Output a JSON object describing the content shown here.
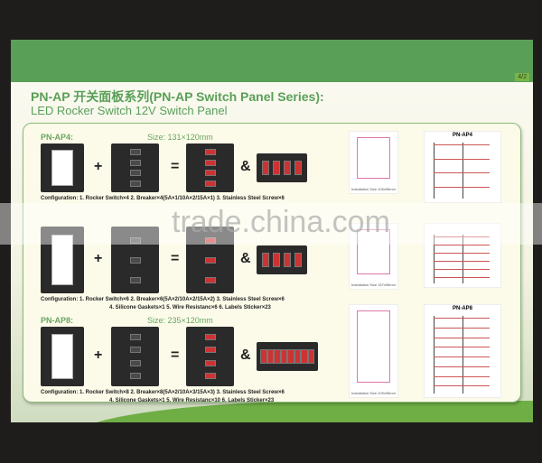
{
  "page_number": "4/2",
  "title": "PN-AP 开关面板系列(PN-AP Switch Panel Series):",
  "subtitle": "LED Rocker Switch 12V Switch Panel",
  "operators": {
    "plus": "+",
    "equals": "=",
    "and": "&"
  },
  "watermark": "trade.china.com",
  "products": [
    {
      "model": "PN-AP4:",
      "size": "Size: 131×120mm",
      "switches": 4,
      "config1": "Configuration: 1. Rocker Switch×4   2. Breaker×4(5A×1/10A×2/15A×1)   3. Stainless Steel Screw×6",
      "config2": "",
      "install": "Installation Size 105x95mm",
      "wiring_title": "PN-AP4"
    },
    {
      "model": "",
      "size": "",
      "switches": 6,
      "config1": "Configuration: 1. Rocker Switch×6   2. Breaker×6(5A×2/10A×2/15A×2)   3. Stainless Steel Screw×6",
      "config2": "4. Silicone Gaskets×1   5. Wire Resistanc×6   6. Labels Sticker×23",
      "install": "Installation Size 157x95mm",
      "wiring_title": ""
    },
    {
      "model": "PN-AP8:",
      "size": "Size: 235×120mm",
      "switches": 8,
      "config1": "Configuration: 1. Rocker Switch×8   2. Breaker×8(5A×2/10A×3/15A×3)   3. Stainless Steel Screw×6",
      "config2": "4. Silicone Gaskets×1   5. Wire Resistanc×10   6. Labels Sticker×23",
      "install": "Installation Size 209x95mm",
      "wiring_title": "PN-AP8"
    }
  ],
  "colors": {
    "brand_green": "#5a9f58",
    "background": "#1e1d1b"
  }
}
